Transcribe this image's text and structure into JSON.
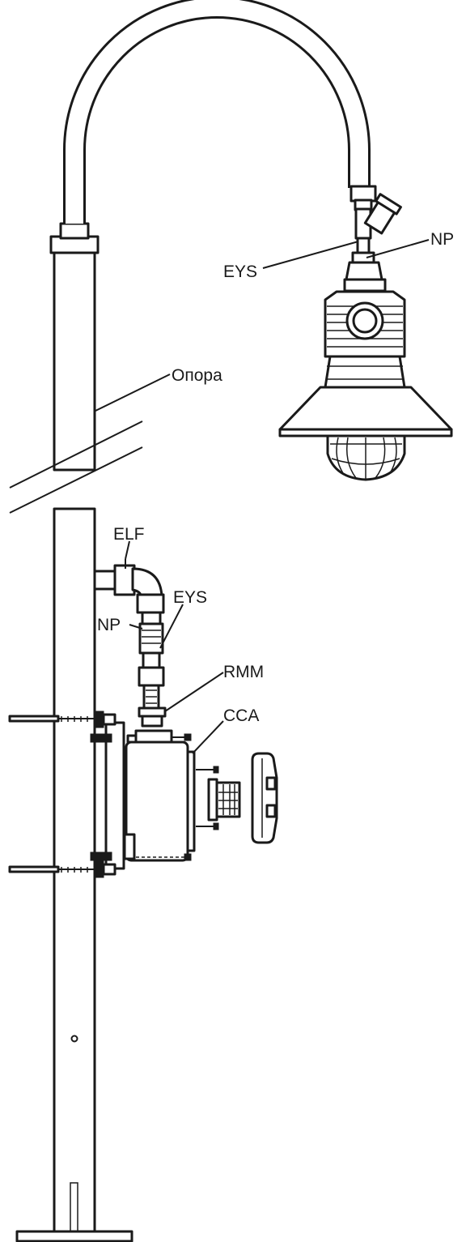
{
  "labels": {
    "np_top": "NP",
    "eys_top": "EYS",
    "pole": "Опора",
    "elf": "ELF",
    "eys_mid": "EYS",
    "np_mid": "NP",
    "rmm": "RMM",
    "cca": "CCA"
  }
}
